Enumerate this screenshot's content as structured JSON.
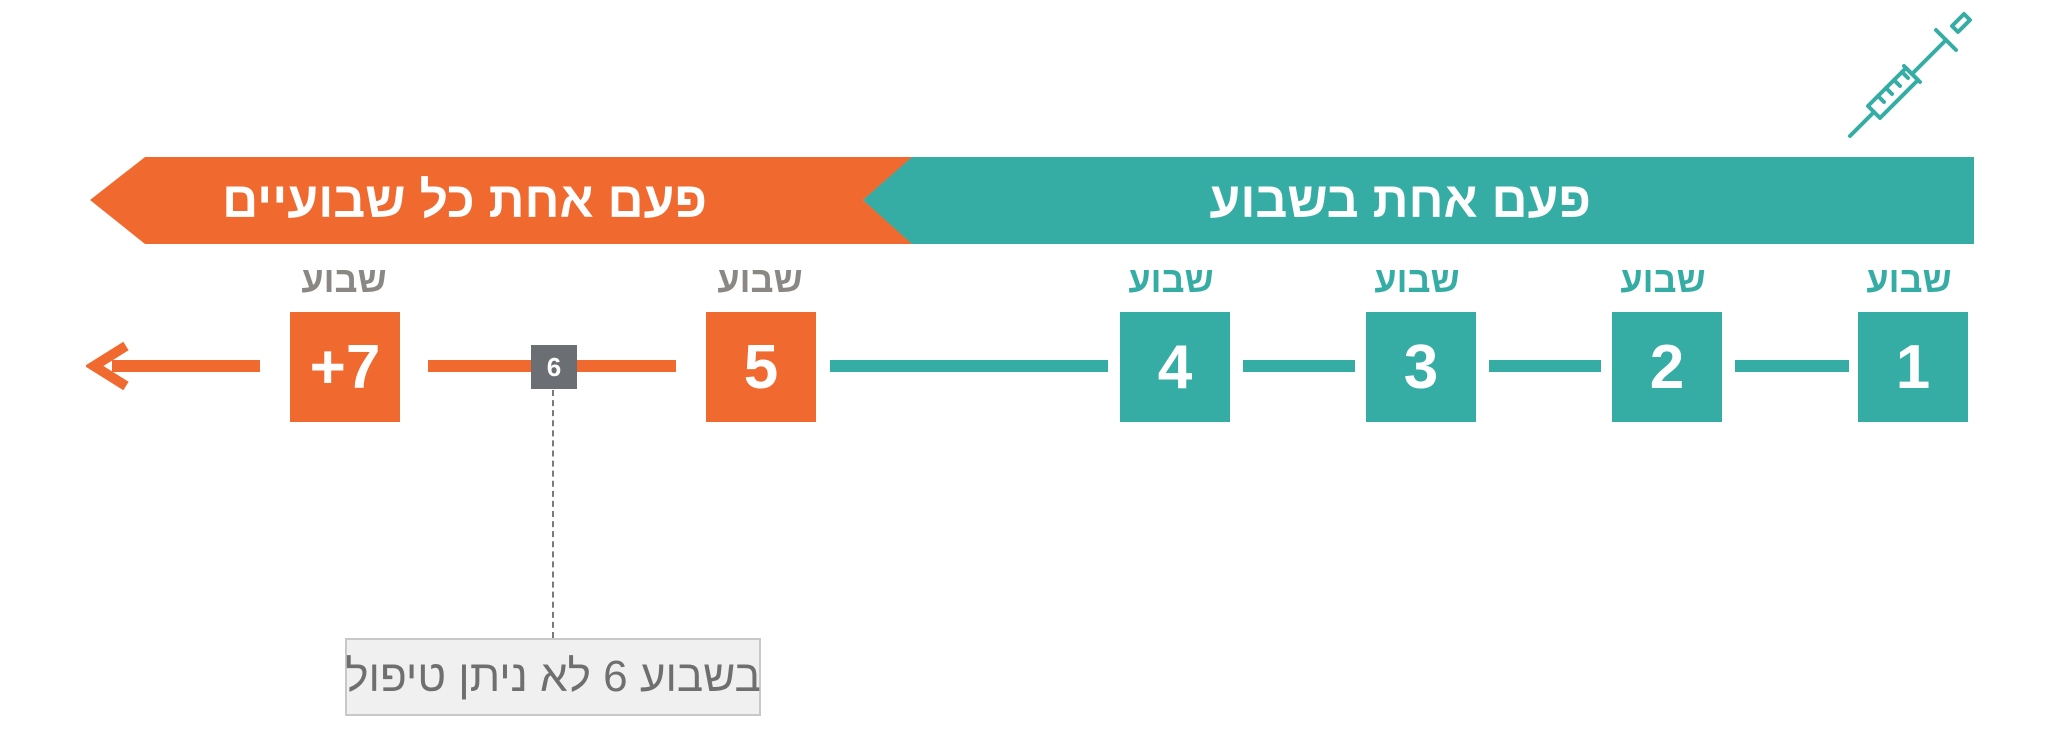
{
  "banners": {
    "weekly": {
      "text": "פעם אחת בשבוע",
      "color": "#35ada4"
    },
    "biweekly": {
      "text": "פעם אחת כל שבועיים",
      "color": "#f06a30"
    }
  },
  "weeks": [
    {
      "label": "שבוע",
      "number": "1"
    },
    {
      "label": "שבוע",
      "number": "2"
    },
    {
      "label": "שבוע",
      "number": "3"
    },
    {
      "label": "שבוע",
      "number": "4"
    },
    {
      "label": "שבוע",
      "number": "5"
    },
    {
      "label": "שבוע",
      "number": "+7"
    }
  ],
  "skipped_marker": "6",
  "note": "בשבוע 6 לא ניתן טיפול",
  "icon": "syringe-icon",
  "colors": {
    "teal": "#35ada4",
    "orange": "#f06a30",
    "marker": "#6b6e72",
    "label_grey": "#8b8784"
  }
}
